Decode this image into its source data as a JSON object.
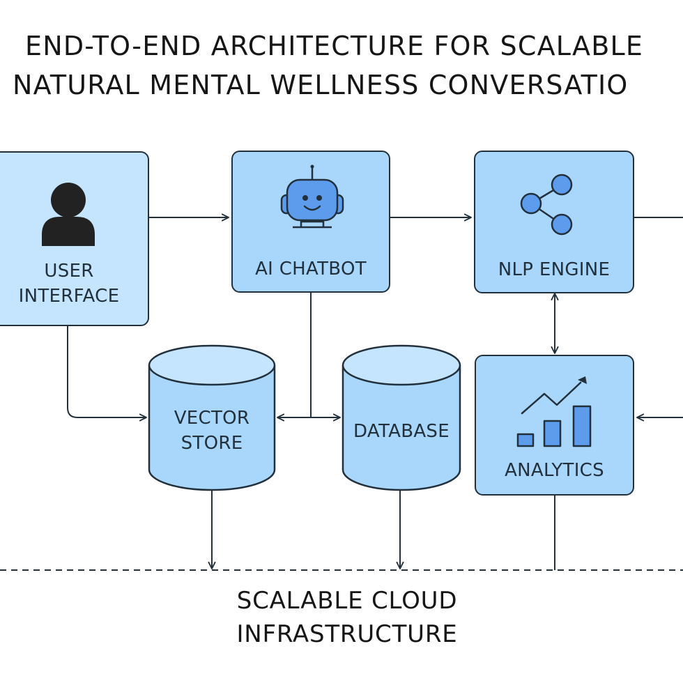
{
  "title": {
    "line1": "END-TO-END ARCHITECTURE FOR SCALABLE",
    "line2": "NATURAL MENTAL WELLNESS CONVERSATIO"
  },
  "nodes": {
    "user_interface": {
      "label_line1": "USER",
      "label_line2": "INTERFACE",
      "icon": "person-icon"
    },
    "ai_chatbot": {
      "label": "AI CHATBOT",
      "icon": "robot-icon"
    },
    "nlp_engine": {
      "label": "NLP ENGINE",
      "icon": "share-network-icon"
    },
    "vector_store": {
      "label_line1": "VECTOR",
      "label_line2": "STORE"
    },
    "database": {
      "label": "DATABASE"
    },
    "analytics": {
      "label": "ANALYTICS",
      "icon": "bar-chart-trend-icon"
    }
  },
  "footer": {
    "line1": "SCALABLE CLOUD",
    "line2": "INFRASTRUCTURE"
  },
  "colors": {
    "node_fill": "#a9d6fb",
    "node_fill_light": "#c4e5fd",
    "outline": "#22303c",
    "icon_fill": "#5d9cec",
    "text": "#161616"
  }
}
